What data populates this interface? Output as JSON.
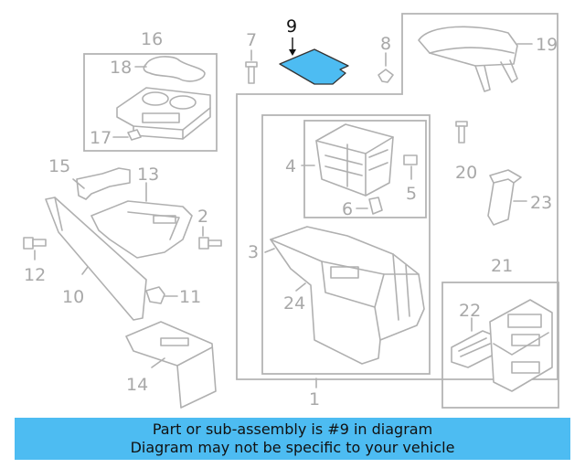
{
  "diagram": {
    "highlight_color": "#4dbcf2",
    "callouts": {
      "c1": "1",
      "c2": "2",
      "c3": "3",
      "c4": "4",
      "c5": "5",
      "c6": "6",
      "c7": "7",
      "c8": "8",
      "c9": "9",
      "c10": "10",
      "c11": "11",
      "c12": "12",
      "c13": "13",
      "c14": "14",
      "c15": "15",
      "c16": "16",
      "c17": "17",
      "c18": "18",
      "c19": "19",
      "c20": "20",
      "c21": "21",
      "c22": "22",
      "c23": "23",
      "c24": "24"
    }
  },
  "banner": {
    "line1": "Part or sub-assembly is #9 in diagram",
    "line2": "Diagram may not be specific to your vehicle",
    "background": "#4dbcf2"
  }
}
